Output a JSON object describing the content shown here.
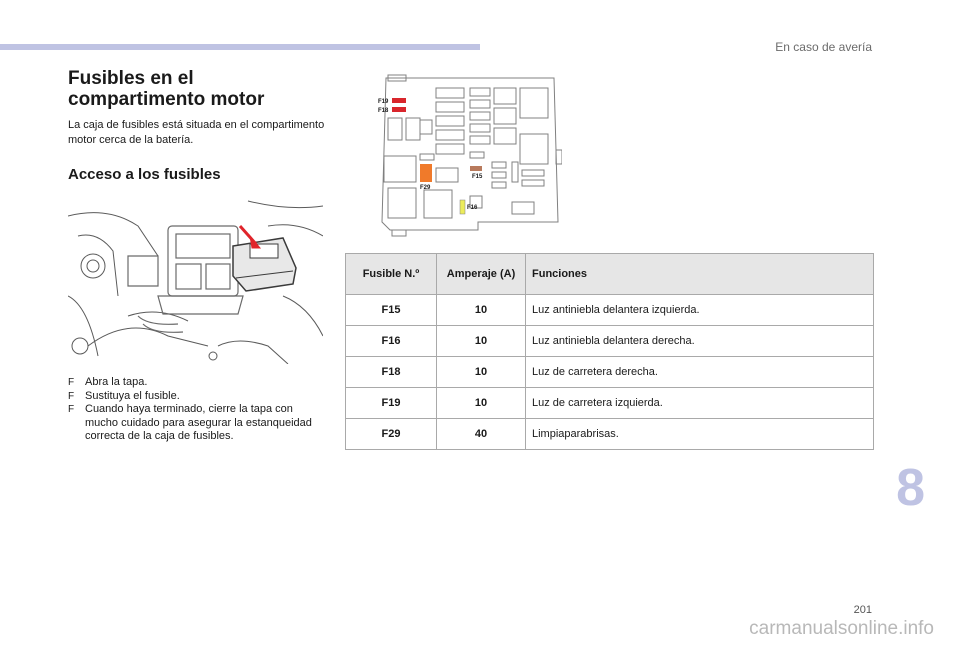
{
  "header": {
    "chapter_title": "En caso de avería"
  },
  "main": {
    "title": "Fusibles en el compartimento motor",
    "intro": "La caja de fusibles está situada en el compartimento motor cerca de la batería.",
    "subtitle": "Acceso a los fusibles",
    "steps": [
      "Abra la tapa.",
      "Sustituya el fusible.",
      "Cuando haya terminado, cierre la tapa con mucho cuidado para asegurar la estanqueidad correcta de la caja de fusibles."
    ],
    "bullet_glyph": "F"
  },
  "diagram": {
    "labels": {
      "f19": "F19",
      "f18": "F18",
      "f15": "F15",
      "f29": "F29",
      "f16": "F16"
    },
    "colors": {
      "red": "#d9262c",
      "orange": "#f07a2a",
      "brown": "#b87a5c",
      "yellow": "#ecec5a"
    }
  },
  "table": {
    "headers": {
      "fuse": "Fusible N.º",
      "amperage": "Amperaje (A)",
      "functions": "Funciones"
    },
    "rows": [
      {
        "fuse": "F15",
        "amps": "10",
        "function": "Luz antiniebla delantera izquierda."
      },
      {
        "fuse": "F16",
        "amps": "10",
        "function": "Luz antiniebla delantera derecha."
      },
      {
        "fuse": "F18",
        "amps": "10",
        "function": "Luz de carretera derecha."
      },
      {
        "fuse": "F19",
        "amps": "10",
        "function": "Luz de carretera izquierda."
      },
      {
        "fuse": "F29",
        "amps": "40",
        "function": "Limpiaparabrisas."
      }
    ]
  },
  "footer": {
    "chapter_number": "8",
    "page_number": "201",
    "watermark": "carmanualsonline.info"
  },
  "colors": {
    "accent": "#bfc3e3"
  }
}
